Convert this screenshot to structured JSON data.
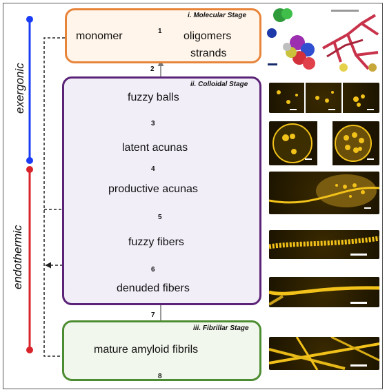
{
  "side_labels": {
    "exergonic": "exergonic",
    "endothermic": "endothermic"
  },
  "stages": {
    "molecular": "i. Molecular Stage",
    "colloidal": "ii. Colloidal Stage",
    "fibrillar": "iii. Fibrillar Stage"
  },
  "species": {
    "monomer": "monomer",
    "oligomers": "oligomers",
    "strands": "strands",
    "fuzzy_balls": "fuzzy balls",
    "latent_acunas": "latent acunas",
    "productive_acunas": "productive acunas",
    "fuzzy_fibers": "fuzzy fibers",
    "denuded_fibers": "denuded fibers",
    "mature_fibrils": "mature amyloid fibrils"
  },
  "steps": [
    "1",
    "2",
    "3",
    "4",
    "5",
    "6",
    "7",
    "8"
  ],
  "colors": {
    "exergonic_line": "#1a3cf5",
    "endothermic_line": "#d8232a",
    "molecular_border": "#e8843a",
    "colloidal_border": "#5b2377",
    "fibrillar_border": "#4d8d32",
    "micrograph_yellow": "#f2c21a"
  },
  "images": [
    "protein-structure-image",
    "branched-fibril-network-image",
    "fuzzy-balls-micrograph",
    "acunas-micrograph",
    "productive-acuna-micrograph",
    "fuzzy-fiber-micrograph",
    "denuded-fiber-micrograph",
    "mature-fibril-micrograph"
  ]
}
